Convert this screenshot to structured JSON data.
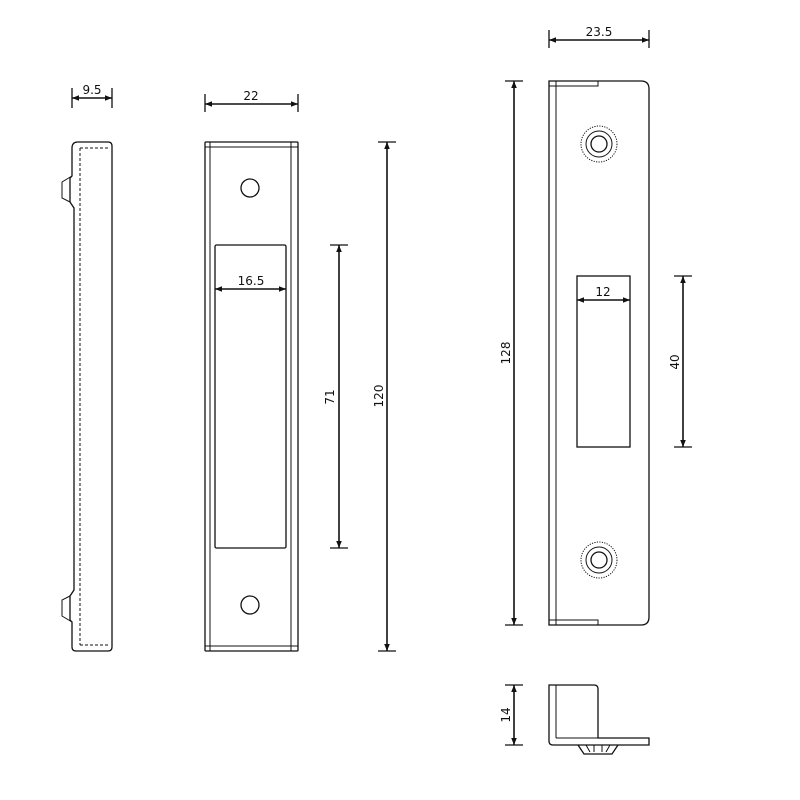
{
  "dimensions": {
    "side_thickness": "9.5",
    "flat_width": "22",
    "flat_opening_width": "16.5",
    "flat_opening_height": "71",
    "flat_length": "120",
    "angled_width": "23.5",
    "angled_opening_width": "12",
    "angled_opening_height": "40",
    "angled_length": "128",
    "angled_return": "14"
  }
}
